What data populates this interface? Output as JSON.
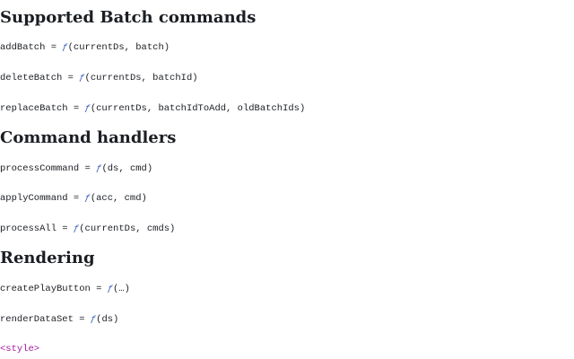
{
  "sections": [
    {
      "title": "Supported Batch commands",
      "cells": [
        {
          "name": "addBatch = ",
          "fn": "ƒ",
          "args": "(currentDs, batch)"
        },
        {
          "name": "deleteBatch = ",
          "fn": "ƒ",
          "args": "(currentDs, batchId)"
        },
        {
          "name": "replaceBatch = ",
          "fn": "ƒ",
          "args": "(currentDs, batchIdToAdd, oldBatchIds)"
        }
      ]
    },
    {
      "title": "Command handlers",
      "cells": [
        {
          "name": "processCommand = ",
          "fn": "ƒ",
          "args": "(ds, cmd)"
        },
        {
          "name": "applyCommand = ",
          "fn": "ƒ",
          "args": "(acc, cmd)"
        },
        {
          "name": "processAll = ",
          "fn": "ƒ",
          "args": "(currentDs, cmds)"
        }
      ]
    },
    {
      "title": "Rendering",
      "cells": [
        {
          "name": "createPlayButton = ",
          "fn": "ƒ",
          "args": "(…)"
        },
        {
          "name": "renderDataSet = ",
          "fn": "ƒ",
          "args": "(ds)"
        }
      ]
    }
  ],
  "style_cell": "<style>",
  "colors": {
    "text": "#1b1e23",
    "function_symbol": "#3b5fc0",
    "html_tag": "#a0189e"
  }
}
